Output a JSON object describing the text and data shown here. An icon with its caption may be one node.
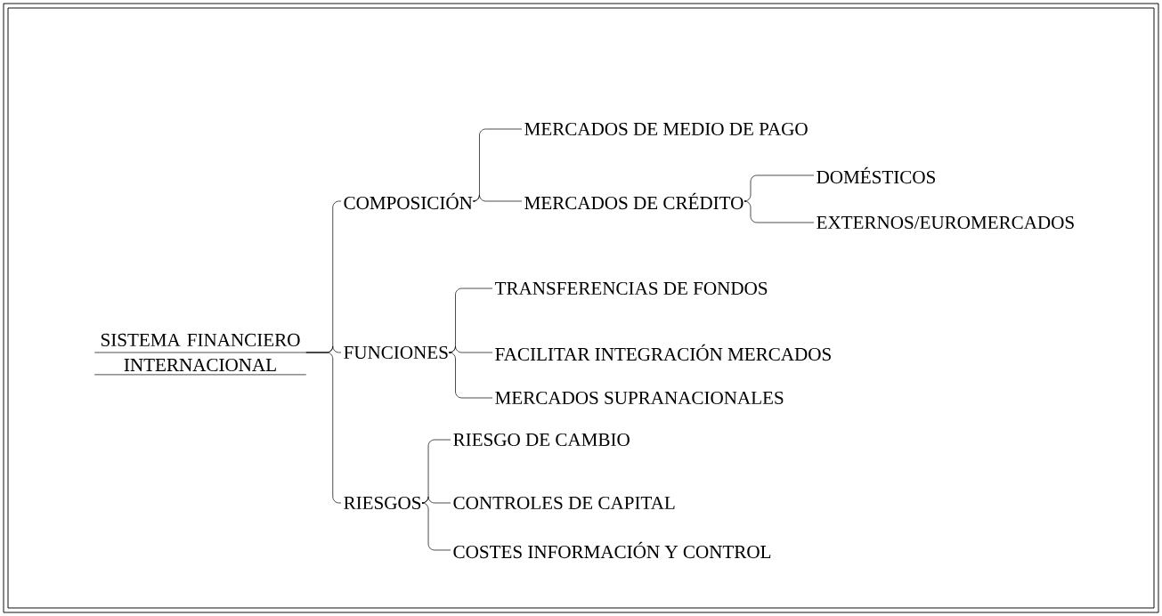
{
  "diagram": {
    "nodes": [
      {
        "text": [
          "SISTEMA FINANCIERO INTERNACIONAL"
        ]
      },
      {
        "text": [
          "COMPOSICIÓN"
        ]
      },
      {
        "text": [
          "MERCADOS DE MEDIO DE PAGO"
        ]
      },
      {
        "text": [
          "MERCADOS DE CRÉDITO"
        ]
      },
      {
        "text": [
          "DOMÉSTICOS"
        ]
      },
      {
        "text": [
          "EXTERNOS/EUROMERCADOS"
        ]
      },
      {
        "text": [
          "FUNCIONES"
        ]
      },
      {
        "text": [
          "TRANSFERENCIAS DE FONDOS"
        ]
      },
      {
        "text": [
          "FACILITAR INTEGRACIÓN MERCADOS"
        ]
      },
      {
        "text": [
          "MERCADOS SUPRANACIONALES"
        ]
      },
      {
        "text": [
          "RIESGOS"
        ]
      },
      {
        "text": [
          "RIESGO DE CAMBIO"
        ]
      },
      {
        "text": [
          "CONTROLES DE CAPITAL"
        ]
      },
      {
        "text": [
          "COSTES INFORMACIÓN Y CONTROL"
        ]
      }
    ],
    "edges": [
      {
        "from": 0,
        "to": 1,
        "arrow": "none"
      },
      {
        "from": 0,
        "to": 6,
        "arrow": "none"
      },
      {
        "from": 0,
        "to": 10,
        "arrow": "none"
      },
      {
        "from": 1,
        "to": 2,
        "arrow": "none"
      },
      {
        "from": 1,
        "to": 3,
        "arrow": "none"
      },
      {
        "from": 3,
        "to": 4,
        "arrow": "none"
      },
      {
        "from": 3,
        "to": 5,
        "arrow": "none"
      },
      {
        "from": 6,
        "to": 7,
        "arrow": "none"
      },
      {
        "from": 6,
        "to": 8,
        "arrow": "none"
      },
      {
        "from": 6,
        "to": 9,
        "arrow": "none"
      },
      {
        "from": 10,
        "to": 11,
        "arrow": "none"
      },
      {
        "from": 10,
        "to": 12,
        "arrow": "none"
      },
      {
        "from": 10,
        "to": 13,
        "arrow": "none"
      }
    ]
  }
}
